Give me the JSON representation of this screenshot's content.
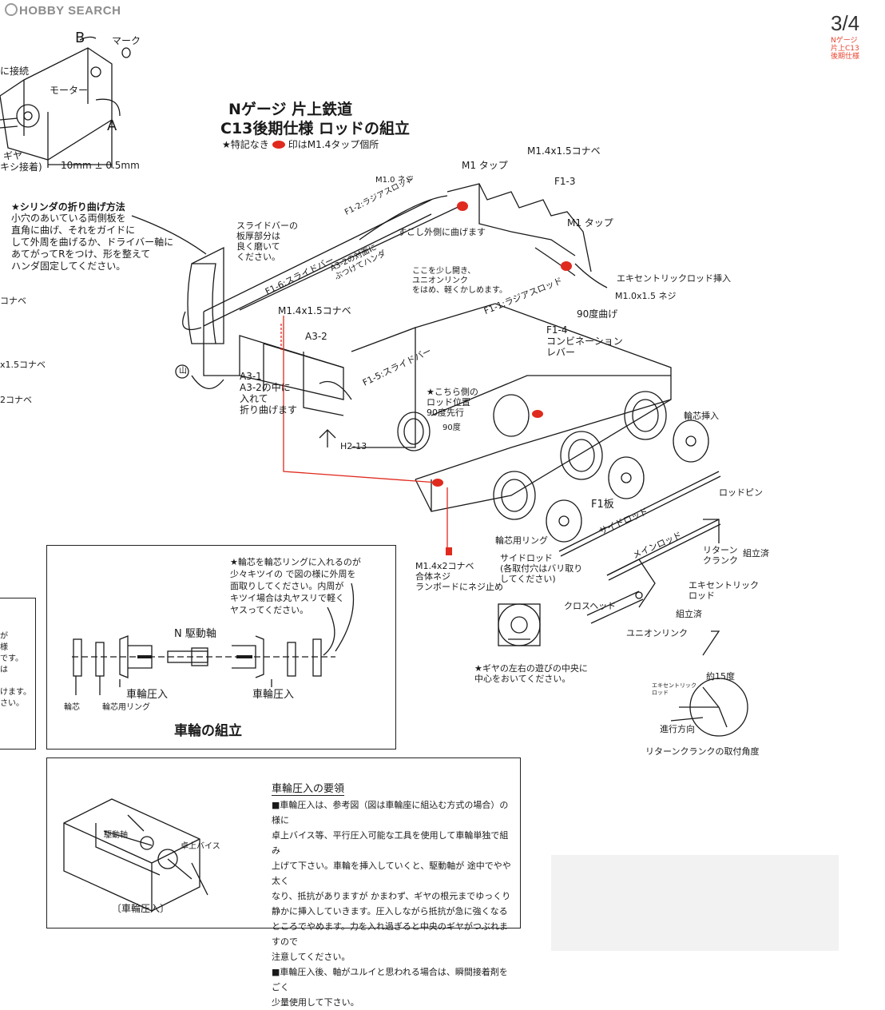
{
  "header": {
    "logo_text": "HOBBY SEARCH",
    "page_number": "3/4",
    "page_sub": "Nゲージ\n片上C13\n後期仕様"
  },
  "main": {
    "title_line1": "Nゲージ 片上鉄道",
    "title_line2": "C13後期仕様 ロッドの組立",
    "note_prefix": "★特記なき",
    "note_suffix": "印はM1.4タップ個所"
  },
  "top_left": {
    "mark": "マーク",
    "connect": "に接続",
    "motor": "モーター",
    "label_b": "B",
    "label_a": "A",
    "dimension": "10mm ± 0.5mm",
    "gear_1": "ギヤ",
    "gear_2": "キシ接着)"
  },
  "cylinder": {
    "heading": "★シリンダの折り曲げ方法",
    "body": "小穴のあいている両側板を\n直角に曲げ、それをガイドに\nして外周を曲げるか、ドライバー軸に\nあてがってRをつけ、形を整えて\nハンダ固定してください。"
  },
  "left_edge": {
    "item1": "コナベ",
    "item2": "x1.5コナベ",
    "item3": "2コナベ",
    "box_lines": "が\n様\nです。\nは\n\nけます。\nさい。"
  },
  "labels": {
    "slide_bar_note": "スライドバーの\n板厚部分は\n良く磨いて\nください。",
    "f1_2": "F1-2:ラジアスロッド",
    "m10_screw": "M1.0 ネジ",
    "m1_tap_1": "M1 タップ",
    "m14_15_top": "M1.4x1.5コナベ",
    "f1_3": "F1-3",
    "m1_tap_2": "M1 タップ",
    "bend_out": "すこし外側に曲げます",
    "f1_6": "F1-6:スライドバー",
    "a32_face": "A3-2の対面に\nぶつけてハンダ",
    "union_note": "ここを少し開き、\nユニオンリンク\nをはめ、軽くかしめます。",
    "f1_1": "F1-1:ラジアスロッド",
    "eccentric_insert": "エキセントリックロッド挿入",
    "m10_15": "M1.0x1.5 ネジ",
    "bend90": "90度曲げ",
    "m14_15_mid": "M1.4x1.5コナベ",
    "a3_2": "A3-2",
    "f1_5": "F1-5:スライドバー",
    "f1_4": "F1-4\nコンビネーション\nレバー",
    "a3_1": "A3-1\nA3-2の中に\n入れて\n折り曲げます",
    "mountain": "山",
    "h2_13": "H2-13",
    "rod_position": "★こちら側の\nロッド位置\n90度先行",
    "deg90": "90度",
    "wheel_core_insert": "輪芯挿入",
    "rod_pin": "ロッドピン",
    "f1_plate": "F1板",
    "side_rod": "サイドロッド",
    "main_rod": "メインロッド",
    "wheel_ring": "輪芯用リング",
    "m14_2": "M1.4x2コナベ\n合体ネジ\nランボードにネジ止め",
    "side_rod_note": "サイドロッド\n(各取付穴はバリ取り\nしてください)",
    "return_crank": "リターン\nクランク",
    "assembled_1": "組立済",
    "eccentric_rod": "エキセントリック\nロッド",
    "crosshead": "クロスヘッド",
    "assembled_2": "組立済",
    "union_link": "ユニオンリンク",
    "gear_note": "★ギヤの左右の遊びの中央に\n中心をおいてください。",
    "angle15": "約15度",
    "eccentric_small": "エキセントリック\nロッド",
    "direction": "進行方向",
    "return_crank_angle": "リターンクランクの取付角度"
  },
  "wheel_box": {
    "note": "★輪芯を輪芯リングに入れるのが\n少々キツイの で図の様に外周を\n面取りしてください。内周が\nキツイ場合は丸ヤスリで軽く\nヤスってください。",
    "axle": "N 駆動軸",
    "press_left": "車輪圧入",
    "press_right": "車輪圧入",
    "wheel_core": "輪芯",
    "core_ring": "輪芯用リング",
    "title": "車輪の組立"
  },
  "press_box": {
    "heading": "車輪圧入の要領",
    "paragraph": "■車輪圧入は、参考図（図は車輪座に組込む方式の場合）の様に\n卓上バイス等、平行圧入可能な工具を使用して車輪単独で組み\n上げて下さい。車輪を挿入していくと、駆動軸が 途中でやや太く\nなり、抵抗がありますが かまわず、ギヤの根元までゆっくり\n静かに挿入していきます。圧入しながら抵抗が急に強くなる\nところでやめます。力を入れ過ぎると中央のギヤがつぶれますので\n注意してください。\n■車輪圧入後、軸がユルイと思われる場合は、瞬間接着剤をごく\n少量使用して下さい。",
    "drive_axle": "駆動軸",
    "vise": "卓上バイス",
    "caption": "〔車輪圧入〕"
  },
  "colors": {
    "accent_red": "#e02a1e",
    "line": "#1a1a1a"
  }
}
